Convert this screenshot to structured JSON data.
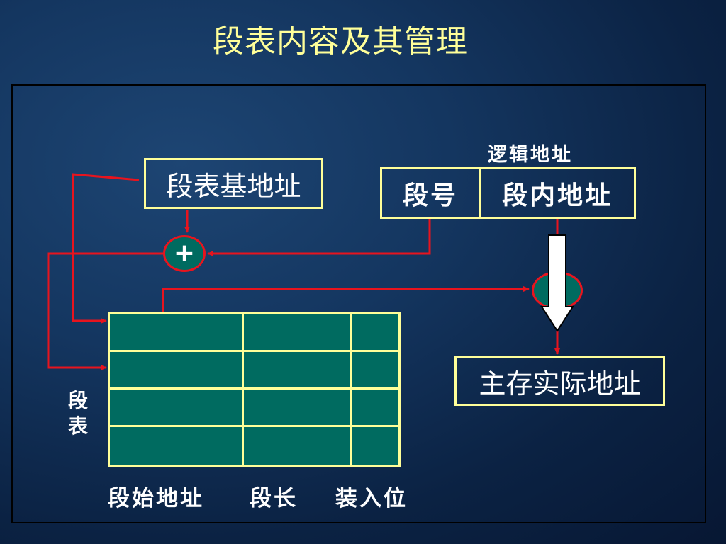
{
  "slide": {
    "title": "段表内容及其管理"
  },
  "diagram": {
    "segment_table_base_label": "段表基地址",
    "logical_address_label": "逻辑地址",
    "segment_number_label": "段号",
    "offset_label": "段内地址",
    "adder_symbol": "+",
    "physical_address_label": "主存实际地址",
    "segment_table_label": "段\n表",
    "columns": {
      "start_address": "段始地址",
      "length": "段长",
      "loaded_bit": "装入位"
    },
    "table_rows": 4,
    "colors": {
      "text_yellow": "#ffff99",
      "line_red": "#e8141e",
      "fill_teal": "#006b60"
    }
  }
}
